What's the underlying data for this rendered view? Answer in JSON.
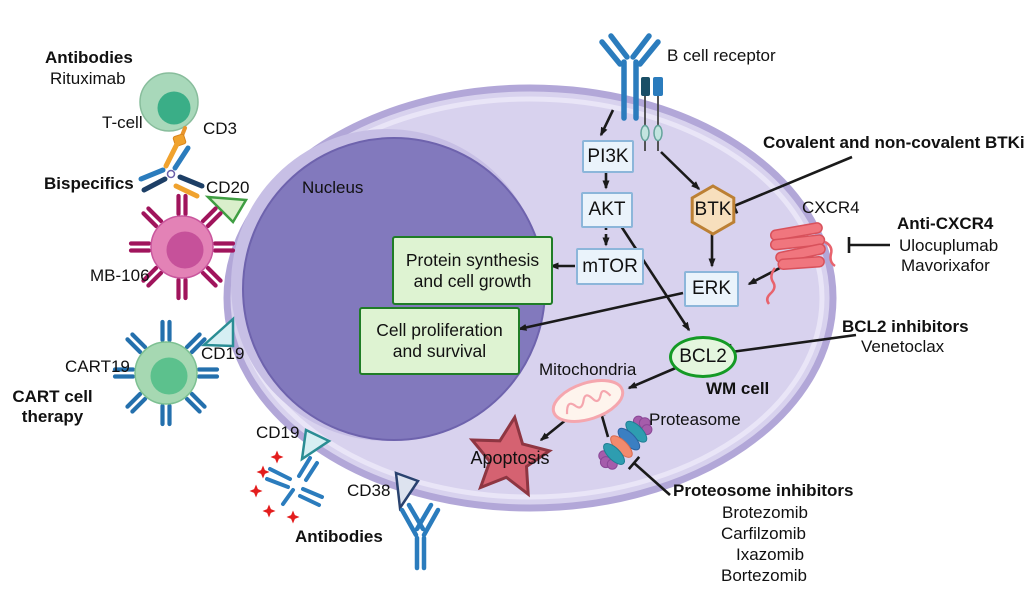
{
  "figure": {
    "cell_label": "WM cell",
    "nucleus_label": "Nucleus",
    "receptors": {
      "b_cell_receptor": "B cell receptor",
      "cxcr4": "CXCR4",
      "cd3": "CD3",
      "cd20": "CD20",
      "cd19_top": "CD19",
      "cd19_bottom": "CD19",
      "cd38": "CD38"
    },
    "pathway_nodes": {
      "pi3k": "PI3K",
      "akt": "AKT",
      "mtor": "mTOR",
      "btk": "BTK",
      "erk": "ERK",
      "bcl2": "BCL2"
    },
    "outcomes": {
      "protein_synthesis": "Protein synthesis and cell growth",
      "cell_proliferation": "Cell proliferation and survival",
      "apoptosis": "Apoptosis"
    },
    "organelles": {
      "mitochondria": "Mitochondria",
      "proteasome": "Proteasome"
    },
    "therapies_left": {
      "antibodies_header": "Antibodies",
      "rituximab": "Rituximab",
      "t_cell": "T-cell",
      "bispecifics": "Bispecifics",
      "mb106": "MB-106",
      "cart19": "CART19",
      "cart_cell_therapy": "CART cell therapy",
      "antibodies_bottom": "Antibodies"
    },
    "therapies_right": {
      "btki": "Covalent and non-covalent BTKi",
      "anti_cxcr4": "Anti-CXCR4",
      "ulocuplumab": "Ulocuplumab",
      "mavorixafor": "Mavorixafor",
      "bcl2_inhibitors": "BCL2 inhibitors",
      "venetoclax": "Venetoclax",
      "proteosome_inhibitors": "Proteosome inhibitors",
      "drugs": [
        "Brotezomib",
        "Carfilzomib",
        "Ixazomib",
        "Bortezomib"
      ]
    }
  },
  "icons": {
    "b_cell_receptor": "antibody-y-icon",
    "bispecific_antibody": "dual-color-antibody-icon",
    "radiolabeled_antibody": "antibody-with-red-stars-icon",
    "cd38_antibody": "antibody-y-icon",
    "t_cell": "green-cell-icon",
    "mb106_car_cell": "pink-car-cell-icon",
    "cart19_car_cell": "green-car-cell-icon",
    "cxcr4_receptor": "red-helix-bundle-icon",
    "btk": "orange-hexagon-icon",
    "bcl2": "green-oval-icon",
    "mitochondria": "mitochondrion-icon",
    "proteasome": "multicolor-barrel-icon",
    "apoptosis": "red-star-icon",
    "cd20_antigen": "green-triangle-icon",
    "cd19_antigen": "blue-triangle-icon",
    "cd38_antigen": "blue-gray-triangle-icon"
  },
  "colors": {
    "cell_fill": "#d8d2ee",
    "membrane": "#b2a7d8",
    "nucleus": "#8279bd",
    "node_fill": "#eaf3fb",
    "node_border": "#8cb6da",
    "btk_fill": "#f7dfbd",
    "btk_border": "#bc8034",
    "outcome_fill": "#def3d2",
    "outcome_border": "#1f7d26",
    "bcl2_fill": "#e4f6de",
    "bcl2_border": "#149a25",
    "apoptosis_fill": "#d56271",
    "apoptosis_border": "#8e3642",
    "antibody_blue": "#2b7cbd",
    "antibody_navy": "#1d3f66",
    "antibody_orange": "#f0a22e",
    "mb106_pink": "#e382b6",
    "mb106_spike": "#a0145c",
    "cart_green": "#a6d8b2",
    "cart_spike": "#2470ad",
    "cxcr4_red": "#f0767e",
    "mito_stroke": "#f3a4ac",
    "radio_star_red": "#e31d1d",
    "arrow": "#1a1a1a"
  }
}
